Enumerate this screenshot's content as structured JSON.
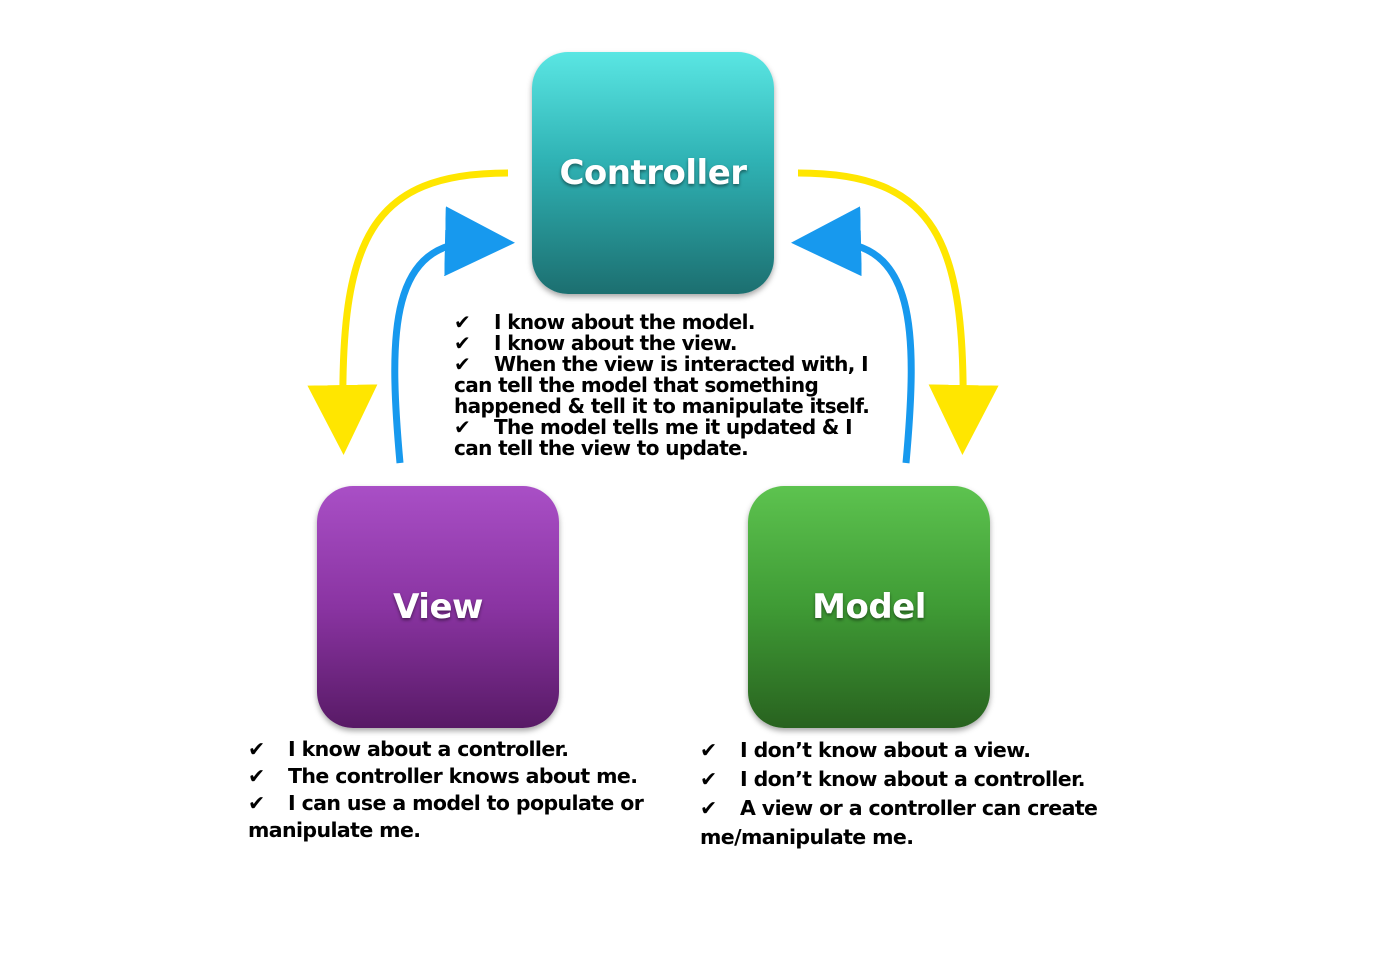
{
  "colors": {
    "controller": "#2fb2b4",
    "view": "#8a34a2",
    "model": "#3f9b35",
    "yellow_arrow": "#ffe600",
    "blue_arrow": "#1799ee",
    "text": "#000000"
  },
  "icons": {
    "checkmark": "✔"
  },
  "nodes": {
    "controller": {
      "label": "Controller",
      "notes": [
        "I know about the model.",
        "I know about the view.",
        "When the view is interacted with, I can tell the model that something happened & tell it to manipulate itself.",
        "The model tells me it updated & I can tell the view to update."
      ]
    },
    "view": {
      "label": "View",
      "notes": [
        "I know about a controller.",
        "The controller knows about me.",
        "I can use a model to populate or manipulate me."
      ]
    },
    "model": {
      "label": "Model",
      "notes": [
        "I don’t know about a view.",
        "I don’t know about a controller.",
        "A view or a controller can create me/manipulate me."
      ]
    }
  },
  "edges": [
    {
      "from": "controller",
      "to": "view",
      "color": "yellow"
    },
    {
      "from": "view",
      "to": "controller",
      "color": "blue"
    },
    {
      "from": "controller",
      "to": "model",
      "color": "yellow"
    },
    {
      "from": "model",
      "to": "controller",
      "color": "blue"
    }
  ]
}
